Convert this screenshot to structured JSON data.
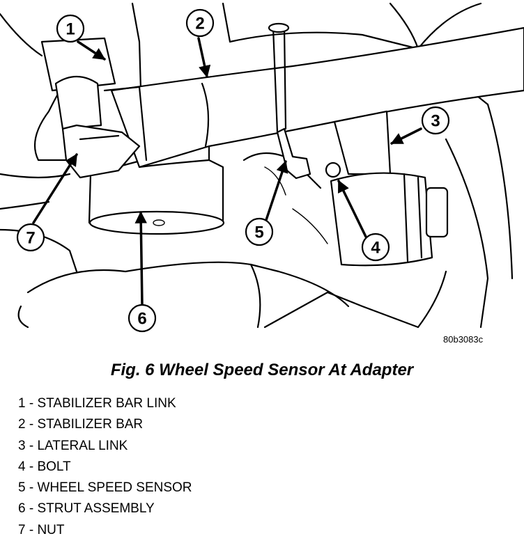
{
  "figure": {
    "reference_code": "80b3083c",
    "caption": "Fig. 6 Wheel Speed Sensor At Adapter"
  },
  "callouts": [
    {
      "number": "1",
      "label": "1 - STABILIZER BAR LINK"
    },
    {
      "number": "2",
      "label": "2 - STABILIZER BAR"
    },
    {
      "number": "3",
      "label": "3 - LATERAL LINK"
    },
    {
      "number": "4",
      "label": "4 - BOLT"
    },
    {
      "number": "5",
      "label": "5 - WHEEL SPEED SENSOR"
    },
    {
      "number": "6",
      "label": "6 - STRUT ASSEMBLY"
    },
    {
      "number": "7",
      "label": "7 - NUT"
    }
  ]
}
